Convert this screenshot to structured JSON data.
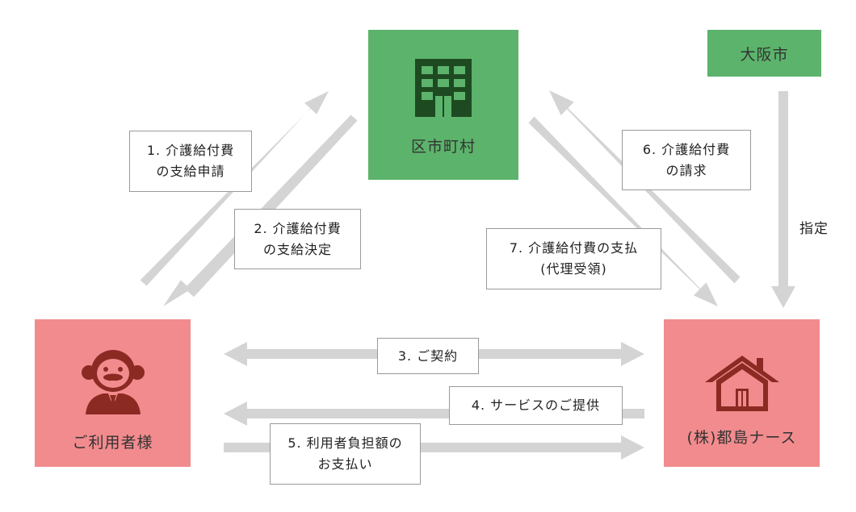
{
  "nodes": {
    "municipality": "区市町村",
    "osaka": "大阪市",
    "user": "ご利用者様",
    "provider": "(株)都島ナース"
  },
  "labels": {
    "step1": [
      "1. 介護給付費",
      "の支給申請"
    ],
    "step2": [
      "2. 介護給付費",
      "の支給決定"
    ],
    "step3": [
      "3. ご契約"
    ],
    "step4": [
      "4. サービスのご提供"
    ],
    "step5": [
      "5. 利用者負担額の",
      "お支払い"
    ],
    "step6": [
      "6. 介護給付費",
      "の請求"
    ],
    "step7": [
      "7. 介護給付費の支払",
      "(代理受領)"
    ],
    "designation": [
      "指定"
    ]
  },
  "colors": {
    "green": "#5cb36b",
    "pink": "#f28b8e",
    "arrow": "#d4d4d4",
    "icon_dark": "#1e4a22",
    "icon_red": "#8a2a22"
  },
  "icons": {
    "municipality": "building-icon",
    "user": "elderly-man-icon",
    "provider": "house-icon"
  }
}
